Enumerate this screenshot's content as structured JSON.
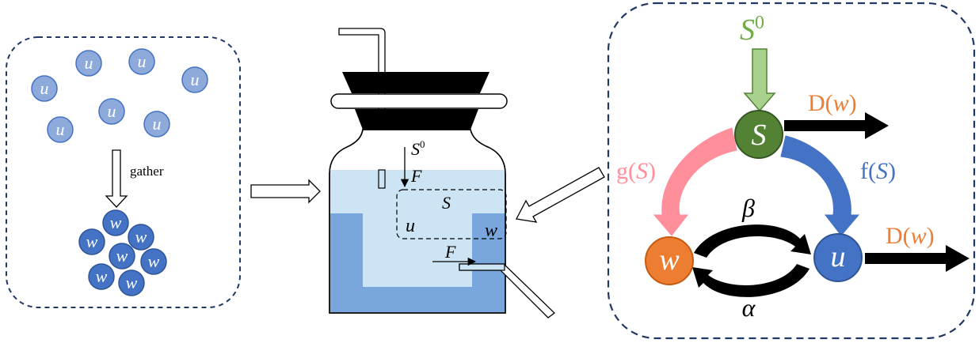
{
  "left_panel": {
    "dispersed_label": "u",
    "gathered_label": "w",
    "gather_label": "gather"
  },
  "chemostat": {
    "input_label": "S",
    "input_sup": "0",
    "inflow_label": "F",
    "outflow_label": "F",
    "substrate_label": "S",
    "u_label": "u",
    "w_label": "w"
  },
  "right_panel": {
    "input_label": "S",
    "input_sup": "0",
    "s_node_label": "S",
    "w_node_label": "w",
    "u_node_label": "u",
    "d_top": {
      "pre": "D(",
      "var": "w",
      "post": ")"
    },
    "d_bottom": {
      "pre": "D(",
      "var": "w",
      "post": ")"
    },
    "g_label": {
      "pre": "g(",
      "var": "S",
      "post": ")"
    },
    "f_label": {
      "pre": "f(",
      "var": "S",
      "post": ")"
    },
    "beta_label": "β",
    "alpha_label": "α"
  },
  "colors": {
    "light_blue": "#8eaadb",
    "dark_blue": "#4472c4",
    "green_node": "#548235",
    "green_arrow": "#a9d18e",
    "orange": "#ed7d31",
    "pink": "#ff8f9a",
    "liquid": "#cce4f3",
    "dark_liquid": "#7aa6de",
    "border": "#1f3864"
  }
}
